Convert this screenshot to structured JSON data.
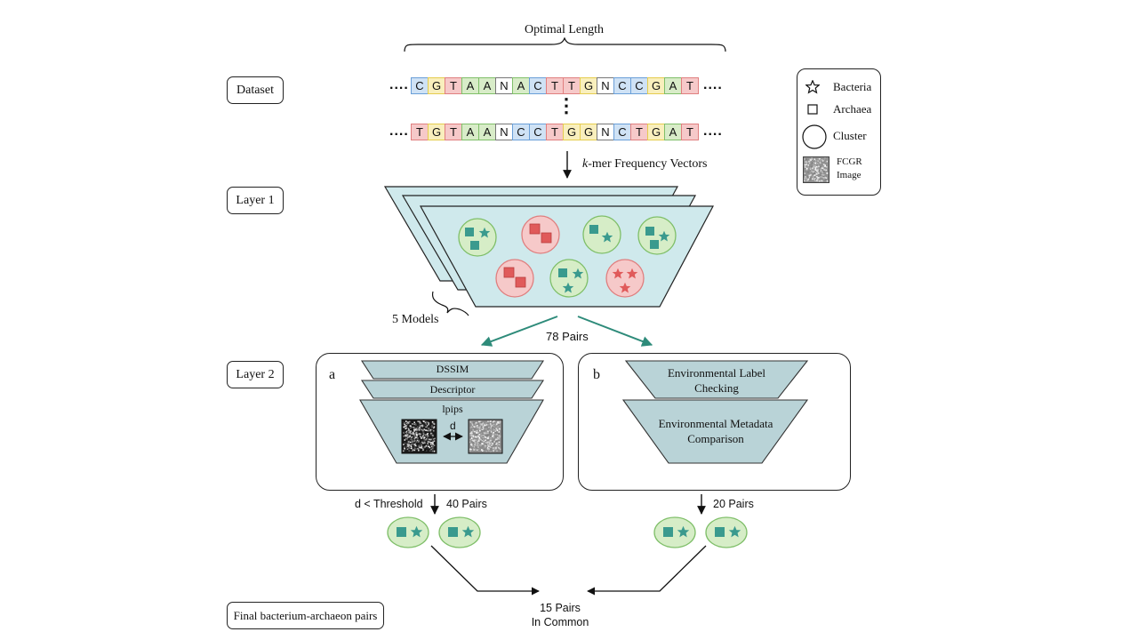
{
  "labels": {
    "dataset": "Dataset",
    "layer1": "Layer 1",
    "layer2": "Layer 2",
    "final": "Final bacterium-archaeon pairs"
  },
  "optimal_length": "Optimal Length",
  "ellipsis": "....",
  "vertical_ellipsis": "⋮",
  "sequences": [
    [
      "C",
      "G",
      "T",
      "A",
      "A",
      "N",
      "A",
      "C",
      "T",
      "T",
      "G",
      "N",
      "C",
      "C",
      "G",
      "A",
      "T"
    ],
    [
      "T",
      "G",
      "T",
      "A",
      "A",
      "N",
      "C",
      "C",
      "T",
      "G",
      "G",
      "N",
      "C",
      "T",
      "G",
      "A",
      "T"
    ]
  ],
  "base_colors": {
    "A": "#d8ecc8",
    "C": "#cfe2f5",
    "G": "#f9efbd",
    "T": "#f6c9c9",
    "N": "#ffffff"
  },
  "base_borders": {
    "A": "#7fbf69",
    "C": "#6a9fd8",
    "G": "#e5cc4f",
    "T": "#e07f7f",
    "N": "#777777"
  },
  "kmer": {
    "italic": "k",
    "rest": "-mer Frequency Vectors"
  },
  "models_label": "5 Models",
  "pairs_78": "78 Pairs",
  "panel_a": {
    "letter": "a",
    "dssim": "DSSIM",
    "descriptor": "Descriptor",
    "lpips": "lpips",
    "d": "d"
  },
  "panel_b": {
    "letter": "b",
    "label_check_1": "Environmental Label",
    "label_check_2": "Checking",
    "meta_1": "Environmental Metadata",
    "meta_2": "Comparison"
  },
  "threshold": "d < Threshold",
  "pairs_40": "40 Pairs",
  "pairs_20": "20 Pairs",
  "common_1": "15 Pairs",
  "common_2": "In Common",
  "legend": {
    "bacteria": "Bacteria",
    "archaea": "Archaea",
    "cluster": "Cluster",
    "fcgr_1": "FCGR",
    "fcgr_2": "Image"
  },
  "colors": {
    "teal": "#3a9a8e",
    "red": "#e05a5a",
    "trap_fill": "#cfe9ec",
    "panel_fill": "#b9d3d7",
    "green_fill": "#d6edc7",
    "green_stroke": "#7fbf69",
    "red_fill": "#f6c9c9",
    "red_stroke": "#e07f7f",
    "arrow_teal": "#2e8b7a"
  }
}
